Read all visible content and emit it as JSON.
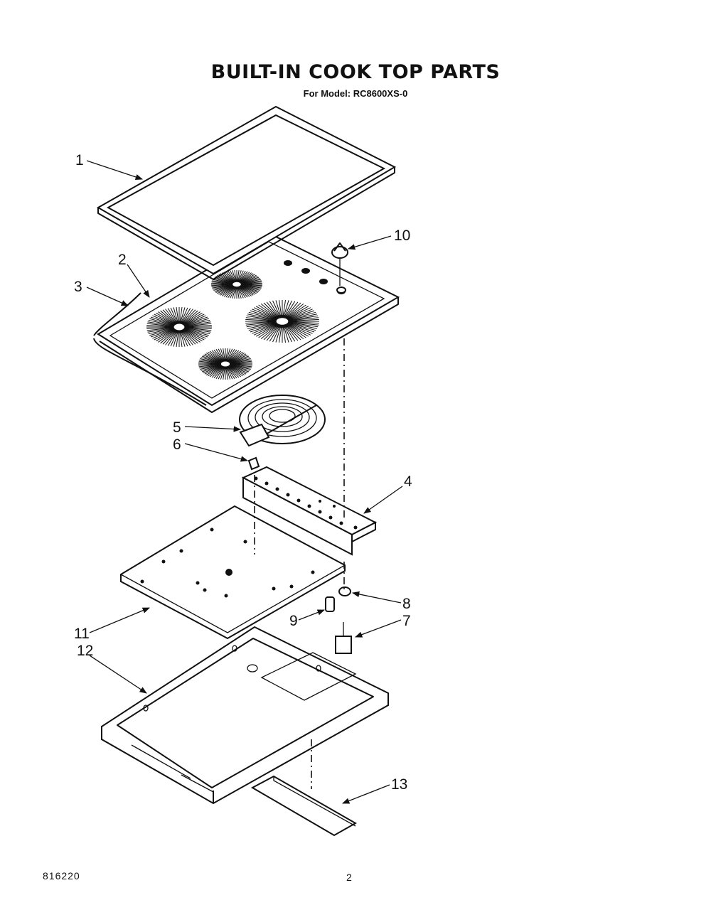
{
  "title": "BUILT-IN COOK TOP PARTS",
  "subtitle": "For Model: RC8600XS-0",
  "footer": {
    "doc_number": "816220",
    "page": "2"
  },
  "callouts": [
    "1",
    "2",
    "3",
    "4",
    "5",
    "6",
    "7",
    "8",
    "9",
    "10",
    "11",
    "12",
    "13"
  ]
}
